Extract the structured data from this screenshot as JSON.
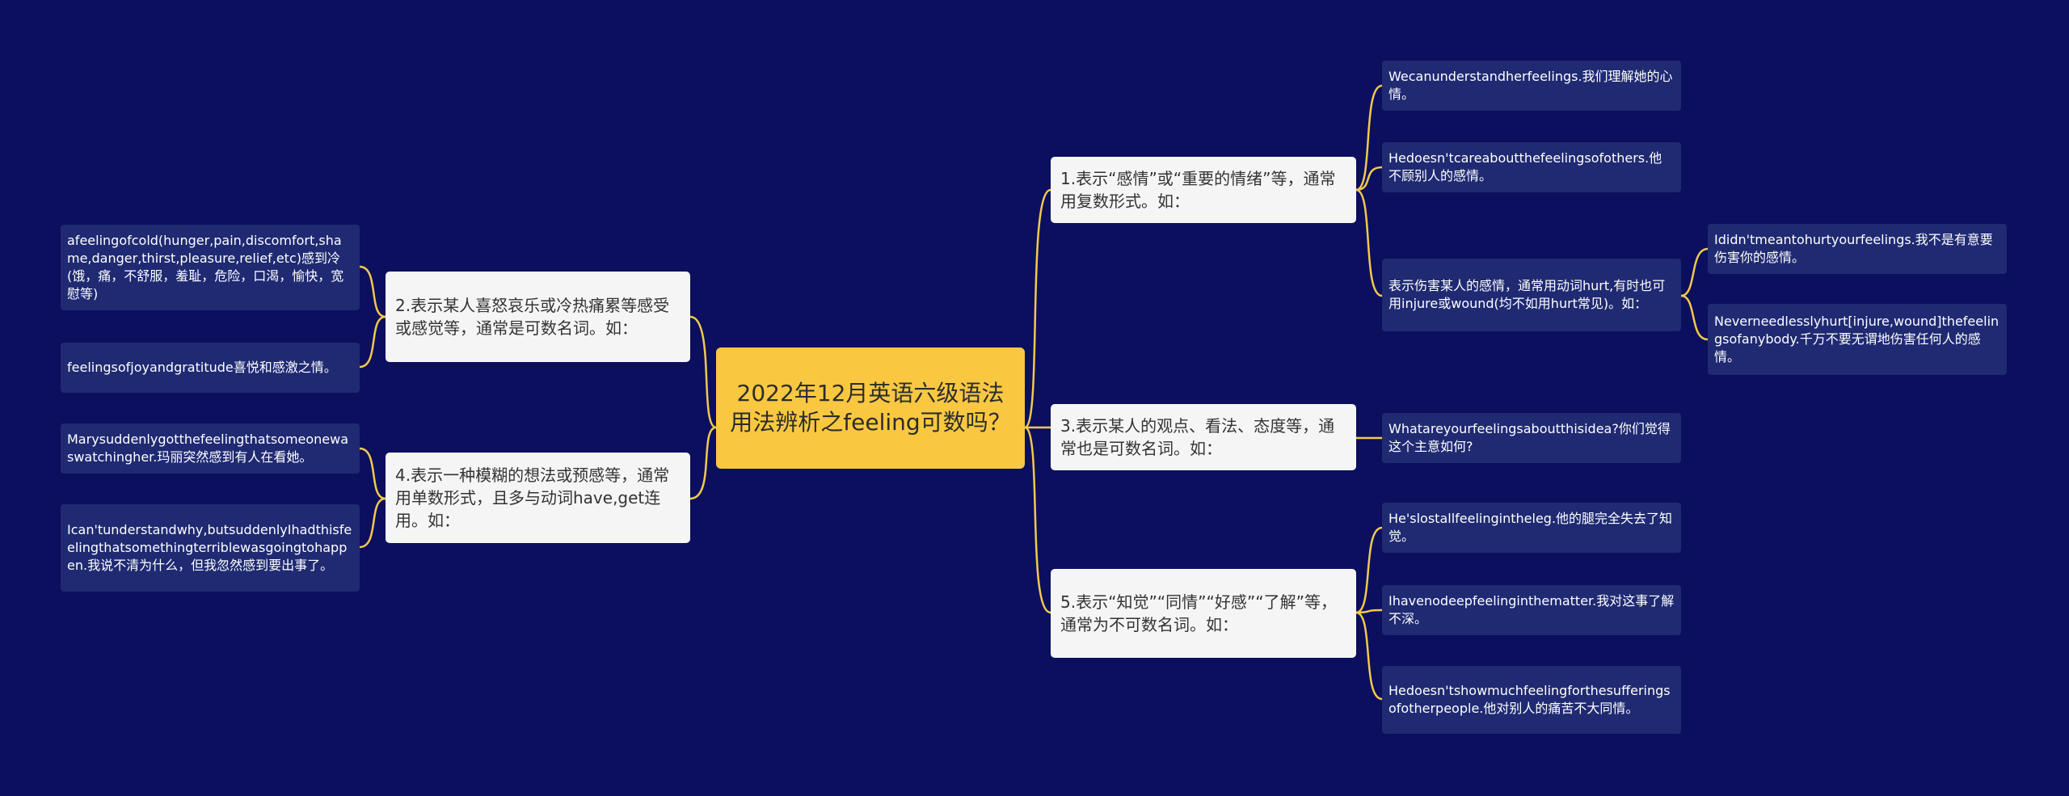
{
  "root": {
    "title": "2022年12月英语六级语法用法辨析之feeling可数吗？"
  },
  "branches": [
    {
      "label": "1.表示“感情”或“重要的情绪”等，通常用复数形式。如：",
      "children": [
        {
          "text": "Wecanunderstandherfeelings.我们理解她的心情。"
        },
        {
          "text": "Hedoesn'tcareaboutthefeelingsofothers.他不顾别人的感情。"
        },
        {
          "text": "表示伤害某人的感情，通常用动词hurt,有时也可用injure或wound(均不如用hurt常见)。如：",
          "children": [
            {
              "text": "Ididn'tmeantohurtyourfeelings.我不是有意要伤害你的感情。"
            },
            {
              "text": "Neverneedlesslyhurt[injure,wound]thefeelingsofanybody.千万不要无谓地伤害任何人的感情。"
            }
          ]
        }
      ]
    },
    {
      "label": "2.表示某人喜怒哀乐或冷热痛累等感受或感觉等，通常是可数名词。如：",
      "children": [
        {
          "text": "afeelingofcold(hunger,pain,discomfort,shame,danger,thirst,pleasure,relief,etc)感到冷(饿，痛，不舒服，羞耻，危险，口渴，愉快，宽慰等)"
        },
        {
          "text": "feelingsofjoyandgratitude喜悦和感激之情。"
        }
      ]
    },
    {
      "label": "3.表示某人的观点、看法、态度等，通常也是可数名词。如：",
      "children": [
        {
          "text": "Whatareyourfeelingsaboutthisidea?你们觉得这个主意如何?"
        }
      ]
    },
    {
      "label": "4.表示一种模糊的想法或预感等，通常用单数形式，且多与动词have,get连用。如：",
      "children": [
        {
          "text": "Marysuddenlygotthefeelingthatsomeonewaswatchingher.玛丽突然感到有人在看她。"
        },
        {
          "text": "Ican'tunderstandwhy,butsuddenlyIhadthisfeelingthatsomethingterriblewasgoingtohappen.我说不清为什么，但我忽然感到要出事了。"
        }
      ]
    },
    {
      "label": "5.表示“知觉”“同情”“好感”“了解”等，通常为不可数名词。如：",
      "children": [
        {
          "text": "He'slostallfeelingintheleg.他的腿完全失去了知觉。"
        },
        {
          "text": "Ihavenodeepfeelinginthematter.我对这事了解不深。"
        },
        {
          "text": "Hedoesn'tshowmuchfeelingforthesufferingsofotherpeople.他对别人的痛苦不大同情。"
        }
      ]
    }
  ],
  "colors": {
    "background": "#0b0f5e",
    "root": "#f9c840",
    "branch": "#f5f5f5",
    "leaf": "#1f2a72",
    "connector": "#f2c94c"
  }
}
